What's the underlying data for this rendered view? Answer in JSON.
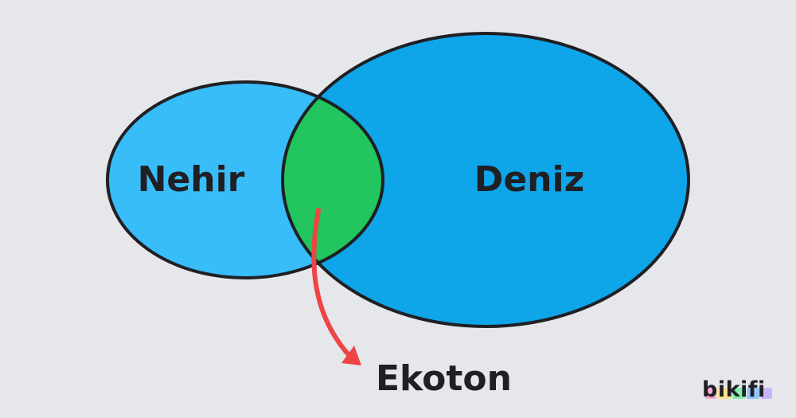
{
  "diagram": {
    "left_set_label": "Nehir",
    "right_set_label": "Deniz",
    "overlap_label": "Ekoton"
  },
  "colors": {
    "background": "#E5E7EB",
    "left_set_fill": "#38BDF8",
    "right_set_fill": "#0EA5E9",
    "overlap_fill": "#22C55E",
    "outline": "#1F1F24",
    "arrow": "#EF4444",
    "text": "#1F1F24"
  },
  "logo": {
    "text": "bikifi"
  }
}
